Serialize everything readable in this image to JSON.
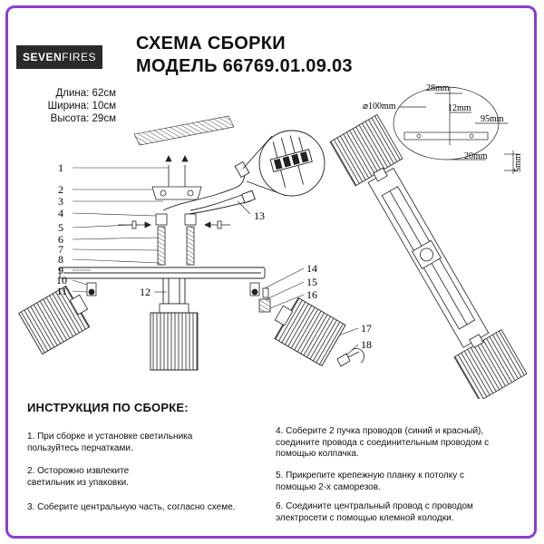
{
  "brand": {
    "bold": "SEVEN",
    "thin": "FIRES"
  },
  "title": {
    "line1": "СХЕМА СБОРКИ",
    "line2": "МОДЕЛЬ 66769.01.09.03"
  },
  "dimensions": {
    "length": "Длина: 62см",
    "width": "Ширина: 10см",
    "height": "Высота: 29см"
  },
  "part_numbers": [
    "1",
    "2",
    "3",
    "4",
    "5",
    "6",
    "7",
    "8",
    "9",
    "10",
    "11",
    "12",
    "13",
    "14",
    "15",
    "16",
    "17",
    "18"
  ],
  "detail_dims": {
    "d100": "⌀100mm",
    "d28": "28mm",
    "d12": "12mm",
    "d95": "95mm",
    "d20": "20mm",
    "d5": "5mm"
  },
  "instructions": {
    "title": "ИНСТРУКЦИЯ ПО СБОРКЕ:",
    "steps": [
      "1. При сборке и установке светильника пользуйтесь перчатками.",
      "2. Осторожно извлеките светильник из упаковки.",
      "3. Соберите центральную часть, согласно схеме.",
      "4. Соберите 2 пучка проводов (синий и красный), соедините провода с соединительным проводом с помощью колпачка.",
      "5. Прикрепите крепежную планку к потолку с помощью 2-х саморезов.",
      "6. Соедините центральный провод с проводом электросети с помощью клемной колодки."
    ]
  },
  "colors": {
    "frame": "#8a3fd0",
    "logo_bg": "#2a2a2a"
  }
}
